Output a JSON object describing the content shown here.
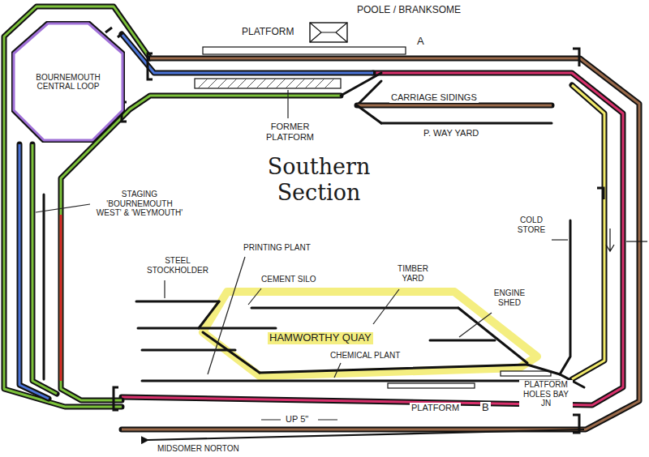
{
  "diagram": {
    "title": "Southern Section",
    "nodes": [
      {
        "text": [
          "BOURNEMOUTH CENTRAL LOOP"
        ]
      }
    ],
    "labels": [
      "PLATFORM",
      "POOLE / BRANKSOME",
      "A",
      "FORMER PLATFORM",
      "CARRIAGE SIDINGS",
      "P. WAY YARD",
      "STAGING 'BOURNEMOUTH WEST' & 'WEYMOUTH'",
      "COLD STORE",
      "STEEL STOCKHOLDER",
      "PRINTING PLANT",
      "CEMENT SILO",
      "TIMBER YARD",
      "ENGINE SHED",
      "HAMWORTHY QUAY",
      "CHEMICAL PLANT",
      "PLATFORM",
      "B",
      "PLATFORM HOLES BAY JN",
      "UP 5\"",
      "MIDSOMER NORTON"
    ]
  }
}
